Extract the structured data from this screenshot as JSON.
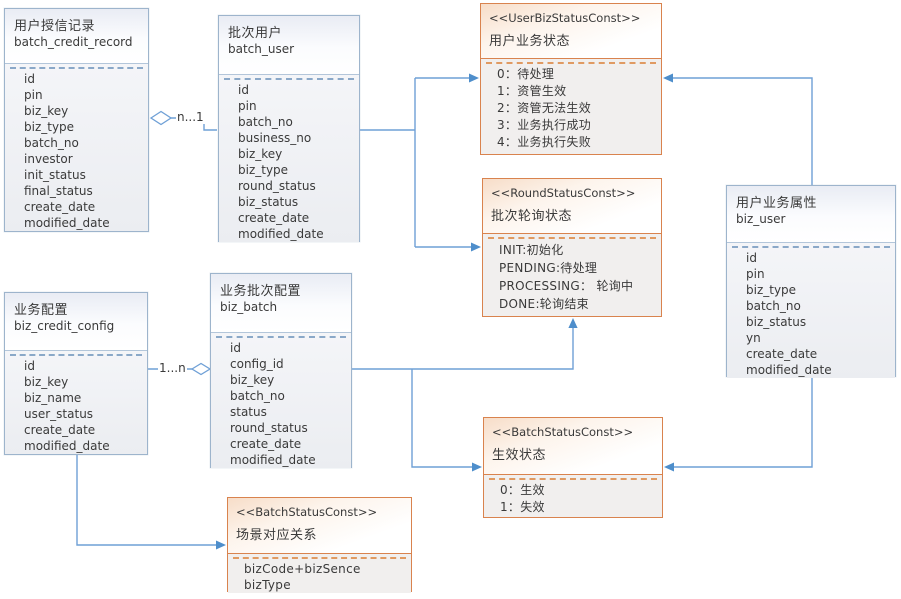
{
  "diagram": {
    "colors": {
      "entity_border": "#9db4cc",
      "entity_divider": "#8aa8c8",
      "const_border": "#d9834e",
      "const_divider": "#e09a62",
      "wire": "#6fa0d6",
      "arrow_fill": "#4e8ecb",
      "text": "#3a3a3a",
      "background": "#ffffff"
    },
    "entities": [
      {
        "title": "用户授信记录",
        "table": "batch_credit_record",
        "fields": [
          "id",
          "pin",
          "biz_key",
          "biz_type",
          "batch_no",
          "investor",
          "init_status",
          "final_status",
          "create_date",
          "modified_date"
        ]
      },
      {
        "title": "批次用户",
        "table": "batch_user",
        "fields": [
          "id",
          "pin",
          "batch_no",
          "business_no",
          "biz_key",
          "biz_type",
          "round_status",
          "biz_status",
          "create_date",
          "modified_date"
        ]
      },
      {
        "title": "业务配置",
        "table": "biz_credit_config",
        "fields": [
          "id",
          "biz_key",
          "biz_name",
          "user_status",
          "create_date",
          "modified_date"
        ]
      },
      {
        "title": "业务批次配置",
        "table": "biz_batch",
        "fields": [
          "id",
          "config_id",
          "biz_key",
          "batch_no",
          "status",
          "round_status",
          "create_date",
          "modified_date"
        ]
      },
      {
        "title": "用户业务属性",
        "table": "biz_user",
        "fields": [
          "id",
          "pin",
          "biz_type",
          "batch_no",
          "biz_status",
          "yn",
          "create_date",
          "modified_date"
        ]
      }
    ],
    "constants": [
      {
        "stereotype": "<<UserBizStatusConst>>",
        "title": "用户业务状态",
        "items": [
          "0：待处理",
          "1：资管生效",
          "2：资管无法生效",
          "3：业务执行成功",
          "4：业务执行失败"
        ]
      },
      {
        "stereotype": "<<RoundStatusConst>>",
        "title": "批次轮询状态",
        "items": [
          "INIT:初始化",
          "PENDING:待处理",
          "PROCESSING： 轮询中",
          "DONE:轮询结束"
        ]
      },
      {
        "stereotype": "<<BatchStatusConst>>",
        "title": "生效状态",
        "items": [
          "0：生效",
          "1：失效"
        ]
      },
      {
        "stereotype": "<<BatchStatusConst>>",
        "title": "场景对应关系",
        "items": [
          "bizCode+bizSence",
          "bizType"
        ]
      }
    ],
    "connector_labels": {
      "credit_record_to_batch_user": "n...1",
      "credit_config_to_biz_batch": "1...n"
    }
  }
}
